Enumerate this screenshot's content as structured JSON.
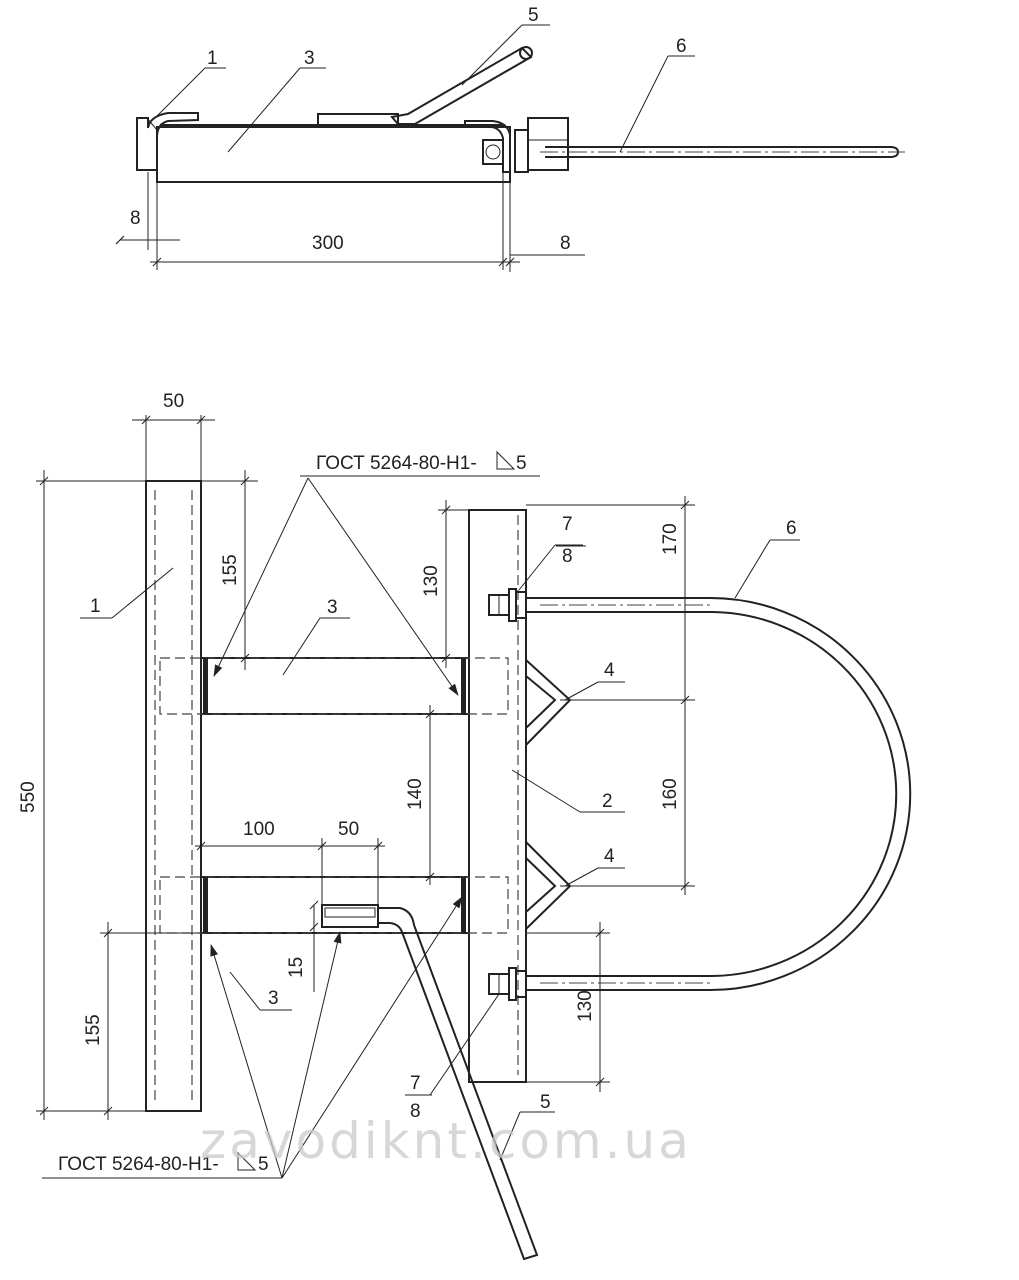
{
  "top_view": {
    "callouts": [
      "1",
      "3",
      "5",
      "6"
    ],
    "dims": {
      "left_gap": "8",
      "length": "300",
      "right_gap": "8"
    }
  },
  "front_view": {
    "dims": {
      "post_width": "50",
      "total_height": "550",
      "top_offset": "155",
      "bottom_offset": "155",
      "plate_top": "130",
      "plate_bottom": "130",
      "brace_gap": "140",
      "bolt_top": "170",
      "bolt_spacing": "160",
      "handle_pos": "100",
      "handle_width": "50",
      "handle_offset": "15"
    },
    "callouts": {
      "post": "1",
      "plate": "2",
      "bar_top": "3",
      "bar_bottom": "3",
      "gusset_top": "4",
      "gusset_bottom": "4",
      "handle": "5",
      "ubolt": "6",
      "washer_top": "7",
      "nut_top": "8",
      "washer_bottom": "7",
      "nut_bottom": "8"
    },
    "weld_note_top": "ГОСТ 5264-80-Н1-",
    "weld_note_top_leg": "5",
    "weld_note_bottom": "ГОСТ 5264-80-Н1-",
    "weld_note_bottom_leg": "5"
  },
  "watermark": "zavodiknt.com.ua"
}
